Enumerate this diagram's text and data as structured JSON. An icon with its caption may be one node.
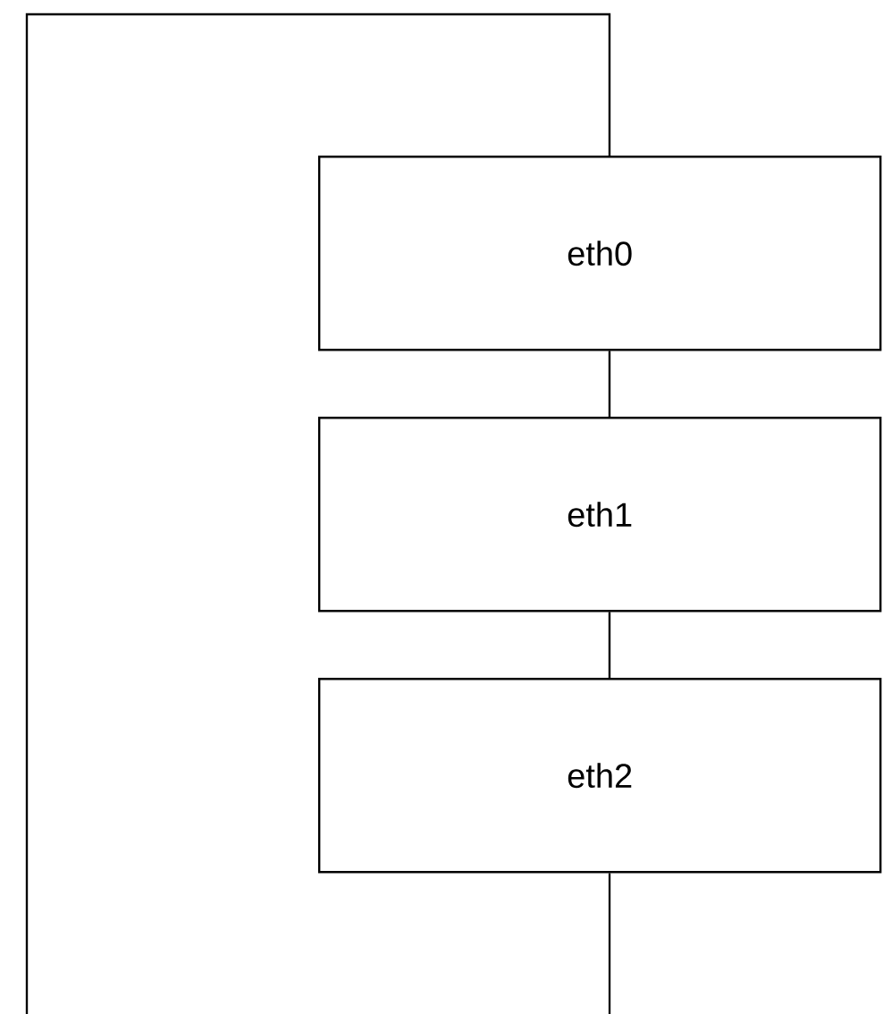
{
  "diagram": {
    "nodes": [
      {
        "text": [
          "eth0"
        ]
      },
      {
        "text": [
          "eth1"
        ]
      },
      {
        "text": [
          "eth2"
        ]
      }
    ],
    "edges": [
      {
        "from": 0,
        "to": 1,
        "arrow": "none"
      },
      {
        "from": 1,
        "to": 2,
        "arrow": "none"
      },
      {
        "from": 0,
        "to": null,
        "arrow": "none"
      },
      {
        "from": 2,
        "to": null,
        "arrow": "none"
      }
    ]
  }
}
